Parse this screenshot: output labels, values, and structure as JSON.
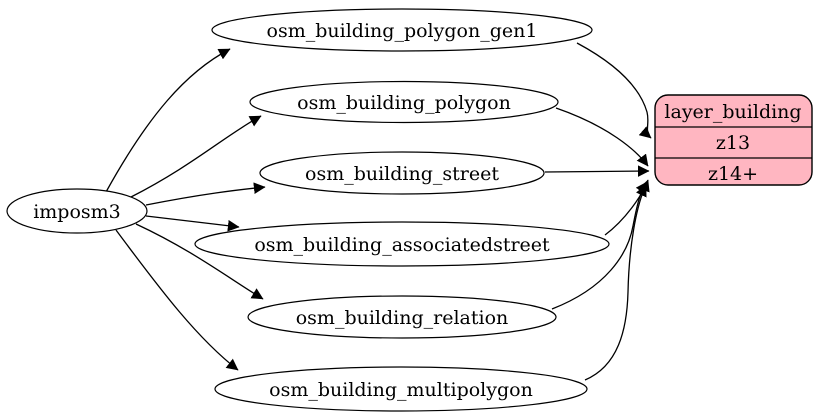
{
  "diagram": {
    "type": "graphviz-etl-mapping",
    "background_color": "#ffffff",
    "source_node": {
      "label": "imposm3",
      "shape": "ellipse",
      "fill_color": "#ffffff",
      "stroke_color": "#000000"
    },
    "tables": [
      {
        "label": "osm_building_polygon_gen1",
        "target_row": "z13"
      },
      {
        "label": "osm_building_polygon",
        "target_row": "z14+"
      },
      {
        "label": "osm_building_street",
        "target_row": "z14+"
      },
      {
        "label": "osm_building_associatedstreet",
        "target_row": "z14+"
      },
      {
        "label": "osm_building_relation",
        "target_row": "z14+"
      },
      {
        "label": "osm_building_multipolygon",
        "target_row": "z14+"
      }
    ],
    "layer_node": {
      "title": "layer_building",
      "rows": [
        "z13",
        "z14+"
      ],
      "fill_color": "#ffb6c1",
      "stroke_color": "#000000"
    },
    "edges": [
      {
        "from": "imposm3",
        "to": "osm_building_polygon_gen1"
      },
      {
        "from": "imposm3",
        "to": "osm_building_polygon"
      },
      {
        "from": "imposm3",
        "to": "osm_building_street"
      },
      {
        "from": "imposm3",
        "to": "osm_building_associatedstreet"
      },
      {
        "from": "imposm3",
        "to": "osm_building_relation"
      },
      {
        "from": "imposm3",
        "to": "osm_building_multipolygon"
      },
      {
        "from": "osm_building_polygon_gen1",
        "to": "layer_building:z13"
      },
      {
        "from": "osm_building_polygon",
        "to": "layer_building:z14+"
      },
      {
        "from": "osm_building_street",
        "to": "layer_building:z14+"
      },
      {
        "from": "osm_building_associatedstreet",
        "to": "layer_building:z14+"
      },
      {
        "from": "osm_building_relation",
        "to": "layer_building:z14+"
      },
      {
        "from": "osm_building_multipolygon",
        "to": "layer_building:z14+"
      }
    ]
  }
}
